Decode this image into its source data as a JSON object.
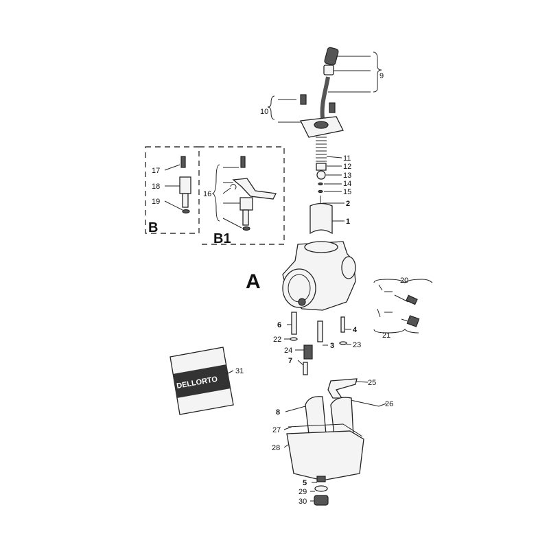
{
  "diagram": {
    "group_labels": {
      "a": "A",
      "b": "B",
      "b1": "B1"
    },
    "part_labels": {
      "p1": "1",
      "p2": "2",
      "p3": "3",
      "p4": "4",
      "p5": "5",
      "p6": "6",
      "p7": "7",
      "p8": "8",
      "p9": "9",
      "p10": "10",
      "p11": "11",
      "p12": "12",
      "p13": "13",
      "p14": "14",
      "p15": "15",
      "p16": "16",
      "p17": "17",
      "p18": "18",
      "p19": "19",
      "p20": "20",
      "p21": "21",
      "p22": "22",
      "p23": "23",
      "p24": "24",
      "p25": "25",
      "p26": "26",
      "p27": "27",
      "p28": "28",
      "p29": "29",
      "p30": "30",
      "p31": "31"
    },
    "package_brand": "DELLORTO",
    "line_color": "#222222"
  }
}
